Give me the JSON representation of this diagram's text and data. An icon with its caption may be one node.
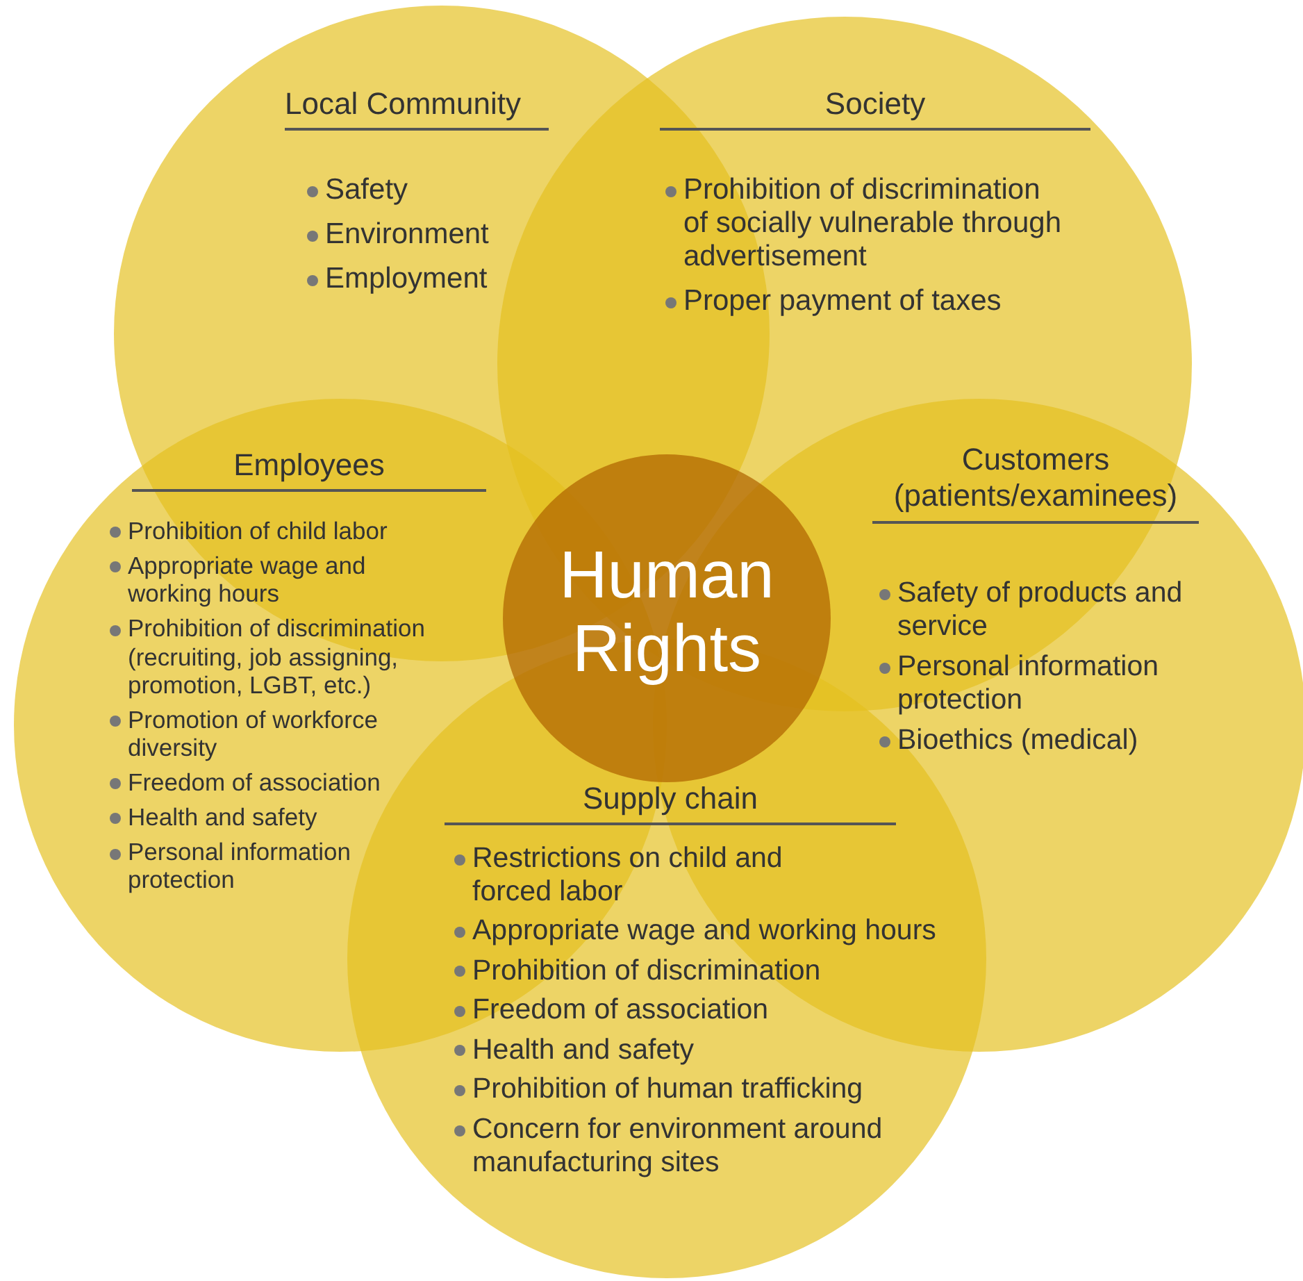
{
  "diagram": {
    "nodes": [
      {
        "text": [
          "Local Community",
          "Safety",
          "Environment",
          "Employment"
        ]
      },
      {
        "text": [
          "Society",
          "Prohibition of discrimination of socially vulnerable through advertisement",
          "Proper payment of taxes"
        ]
      },
      {
        "text": [
          "Employees",
          "Prohibition of child labor",
          "Appropriate wage and working hours",
          "Prohibition of discrimination (recruiting, job assigning, promotion, LGBT, etc.)",
          "Promotion of workforce diversity",
          "Freedom of association",
          "Health and safety",
          "Personal information protection"
        ]
      },
      {
        "text": [
          "Customers (patients/examinees)",
          "Safety of products and service",
          "Personal information protection",
          "Bioethics (medical)"
        ]
      },
      {
        "text": [
          "Supply chain",
          "Restrictions on child and forced labor",
          "Appropriate wage and working hours",
          "Prohibition of discrimination",
          "Freedom of association",
          "Health and safety",
          "Prohibition of human trafficking",
          "Concern for environment around manufacturing sites"
        ]
      },
      {
        "text": [
          "Human Rights"
        ]
      }
    ]
  }
}
